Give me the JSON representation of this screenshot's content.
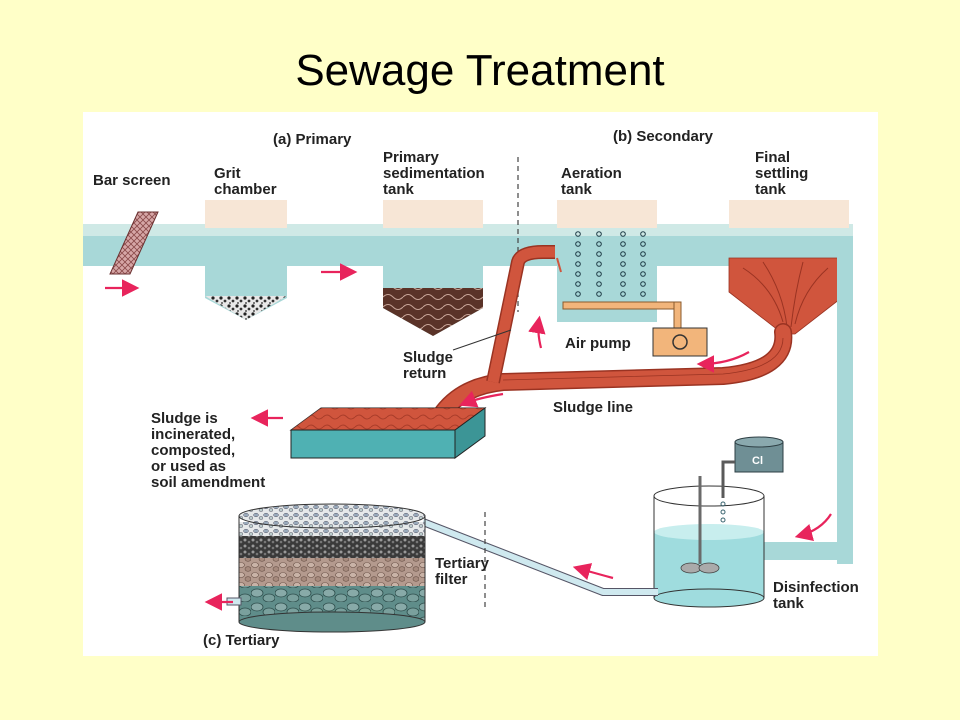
{
  "slide": {
    "title": "Sewage Treatment"
  },
  "stages": {
    "primary": "(a) Primary",
    "secondary": "(b) Secondary",
    "tertiary": "(c) Tertiary"
  },
  "labels": {
    "bar_screen": "Bar screen",
    "grit_chamber": [
      "Grit",
      "chamber"
    ],
    "primary_sedimentation_tank": [
      "Primary",
      "sedimentation",
      "tank"
    ],
    "aeration_tank": [
      "Aeration",
      "tank"
    ],
    "final_settling_tank": [
      "Final",
      "settling",
      "tank"
    ],
    "air_pump": "Air pump",
    "sludge_return": [
      "Sludge",
      "return"
    ],
    "sludge_line": "Sludge line",
    "sludge_fate": [
      "Sludge is",
      "incinerated,",
      "composted,",
      "or used as",
      "soil amendment"
    ],
    "tertiary_filter": [
      "Tertiary",
      "filter"
    ],
    "disinfection_tank": [
      "Disinfection",
      "tank"
    ],
    "chlorine": "Cl"
  },
  "colors": {
    "background": "#ffffc8",
    "water": "#a8d8d8",
    "water_light": "#cfe9e6",
    "tank_cap": "#f7e6d6",
    "sludge": "#d0553d",
    "sludge_dark": "#9a3322",
    "flow_arrow": "#e8245c",
    "pump": "#f2b57b"
  }
}
